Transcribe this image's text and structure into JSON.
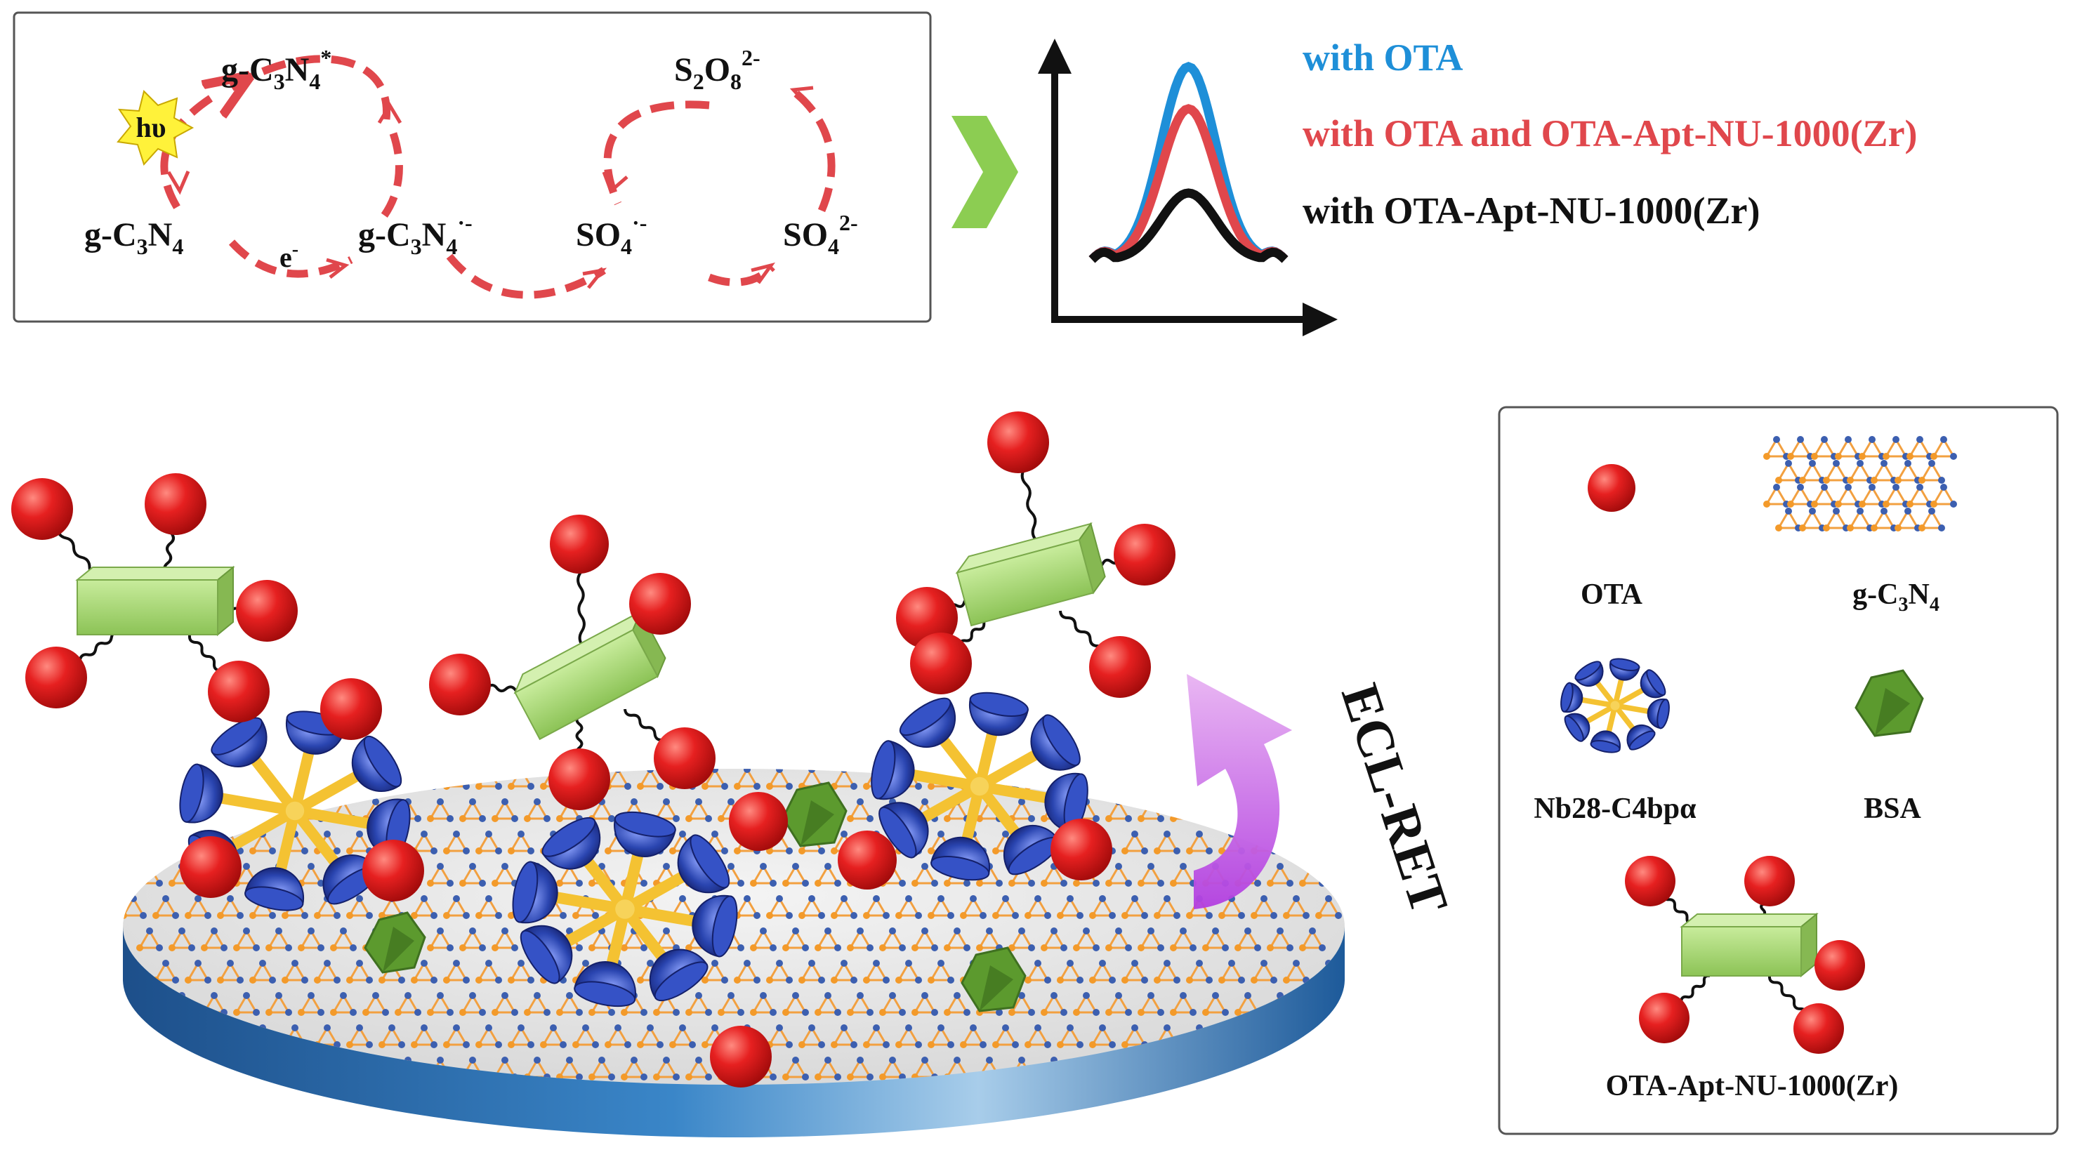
{
  "mechanism": {
    "hv": "hυ",
    "excited": {
      "base": "g-C",
      "s1": "3",
      "mid": "N",
      "s2": "4",
      "sup": "*"
    },
    "ground": {
      "base": "g-C",
      "s1": "3",
      "mid": "N",
      "s2": "4"
    },
    "radical_anion": {
      "base": "g-C",
      "s1": "3",
      "mid": "N",
      "s2": "4",
      "sup": "·-"
    },
    "electron": {
      "base": "e",
      "sup": "-"
    },
    "persulfate": {
      "base": "S",
      "s1": "2",
      "mid": "O",
      "s2": "8",
      "sup": "2-"
    },
    "sulfate_radical": {
      "base": "SO",
      "s1": "4",
      "sup": "·-"
    },
    "sulfate": {
      "base": "SO",
      "s1": "4",
      "sup": "2-"
    }
  },
  "legend_curves": {
    "items": [
      {
        "label": "with OTA",
        "color": "#1e8fd8"
      },
      {
        "label": "with OTA and OTA-Apt-NU-1000(Zr)",
        "color": "#e0474c"
      },
      {
        "label": "with OTA-Apt-NU-1000(Zr)",
        "color": "#111111"
      }
    ]
  },
  "ecl_ret_label": "ECL-RET",
  "key": {
    "ota": "OTA",
    "gcn": {
      "base": "g-C",
      "s1": "3",
      "mid": "N",
      "s2": "4"
    },
    "nb28": "Nb28-C4bpα",
    "bsa": "BSA",
    "probe": "OTA-Apt-NU-1000(Zr)"
  },
  "colors": {
    "ota_red": "#e02424",
    "cube_green": "#9fd36a",
    "bsa_green": "#5c9a2e",
    "cone_blue": "#2a45b0",
    "star_gold": "#f4c232",
    "dash_red": "#e0474c",
    "arrow_green": "#8ccd52",
    "arrow_purple": "#c36bdf",
    "disk_blue": "#2f7cc0",
    "hv_yellow": "#fff23a"
  }
}
